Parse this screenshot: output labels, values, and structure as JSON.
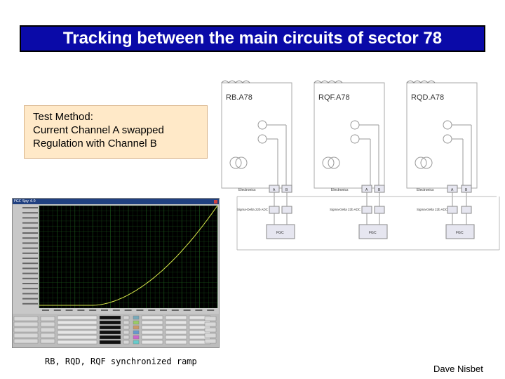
{
  "slide": {
    "title": "Tracking between the main circuits of sector 78",
    "method_lines": [
      "Test Method:",
      "Current Channel A swapped",
      "Regulation with Channel B"
    ],
    "caption": "RB, RQD, RQF synchronized ramp",
    "author": "Dave  Nisbet"
  },
  "circuits": [
    {
      "name": "RB.A78",
      "electronics": "Electronics",
      "adc": "Sigma-Delta 22b ADC",
      "fgc": "FGC",
      "ch_a": "A",
      "ch_b": "B"
    },
    {
      "name": "RQF.A78",
      "electronics": "Electronics",
      "adc": "Sigma-Delta 22b ADC",
      "fgc": "FGC",
      "ch_a": "A",
      "ch_b": "B"
    },
    {
      "name": "RQD.A78",
      "electronics": "Electronics",
      "adc": "Sigma-Delta 22b ADC",
      "fgc": "FGC",
      "ch_a": "A",
      "ch_b": "B"
    }
  ],
  "colors": {
    "title_bg": "#0a0aa8",
    "note_bg": "#ffe9c8",
    "plot_bg": "#000000",
    "grid": "#1c5a1c",
    "trace": "#d8e84a"
  },
  "app_window": {
    "title": "FGC Spy 4.0"
  }
}
